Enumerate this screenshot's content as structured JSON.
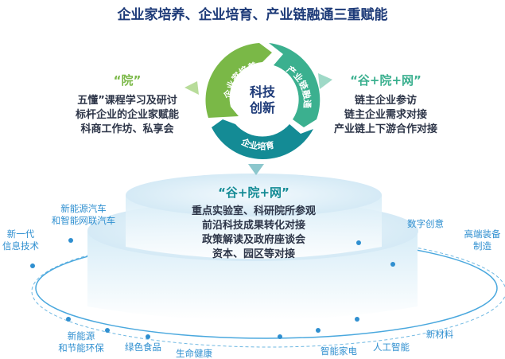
{
  "title": "企业家培养、企业培育、产业链融通三重赋能",
  "cycle": {
    "center": [
      "科技",
      "创新"
    ],
    "segments": [
      "企业家培养",
      "产业链融通",
      "企业培育"
    ],
    "colors": {
      "green": "#7ab847",
      "teal_green": "#3bb08f",
      "dark_teal": "#148b95"
    }
  },
  "left_block": {
    "heading": "“院”",
    "lines": [
      "五懂”课程学习及研讨",
      "标杆企业的企业家赋能",
      "科商工作坊、私享会"
    ]
  },
  "right_block": {
    "heading": "“谷+院+网”",
    "lines": [
      "链主企业参访",
      "链主企业需求对接",
      "产业链上下游合作对接"
    ]
  },
  "center_block": {
    "heading": "“谷+院+网”",
    "lines": [
      "重点实验室、科研院所参观",
      "前沿科技成果转化对接",
      "政策解读及政府座谈会",
      "资本、园区等对接"
    ]
  },
  "industries": [
    "新能源汽车",
    "和智能网联汽车",
    "新一代",
    "信息技术",
    "数字创意",
    "高端装备",
    "制造",
    "新能源",
    "和节能环保",
    "绿色食品",
    "生命健康",
    "智能家电",
    "人工智能",
    "新材料"
  ]
}
